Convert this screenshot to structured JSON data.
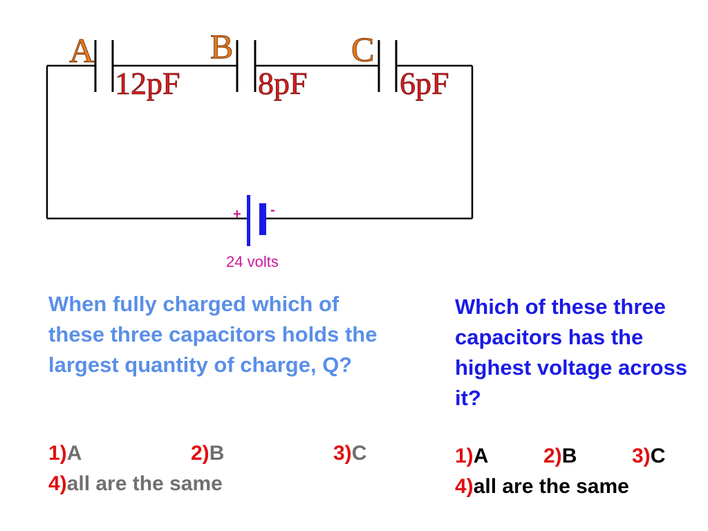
{
  "capacitors": [
    {
      "letter": "A",
      "value": "12pF"
    },
    {
      "letter": "B",
      "value": "8pF"
    },
    {
      "letter": "C",
      "value": "6pF"
    }
  ],
  "battery": {
    "plus": "+",
    "minus": "-",
    "label": "24 volts"
  },
  "question1": {
    "text": "When fully charged which of these three capacitors holds the largest quantity of charge, Q?",
    "options": [
      {
        "num": "1)",
        "text": "A"
      },
      {
        "num": "2)",
        "text": "B"
      },
      {
        "num": "3)",
        "text": "C"
      },
      {
        "num": "4)",
        "text": "all are the same"
      }
    ]
  },
  "question2": {
    "text": "Which of these three capacitors has the highest voltage across it?",
    "options": [
      {
        "num": "1)",
        "text": "A"
      },
      {
        "num": "2)",
        "text": "B"
      },
      {
        "num": "3)",
        "text": "C"
      },
      {
        "num": "4)",
        "text": "all are the same"
      }
    ]
  },
  "colors": {
    "wire": "#000000",
    "letters": "#e87a1a",
    "values": "#d41e1e",
    "battery_plate": "#1a1ae6",
    "battery_label": "#cc1a9a",
    "question1": "#5a8fe8",
    "question2": "#1a1ae6",
    "option_number": "#e01010"
  }
}
